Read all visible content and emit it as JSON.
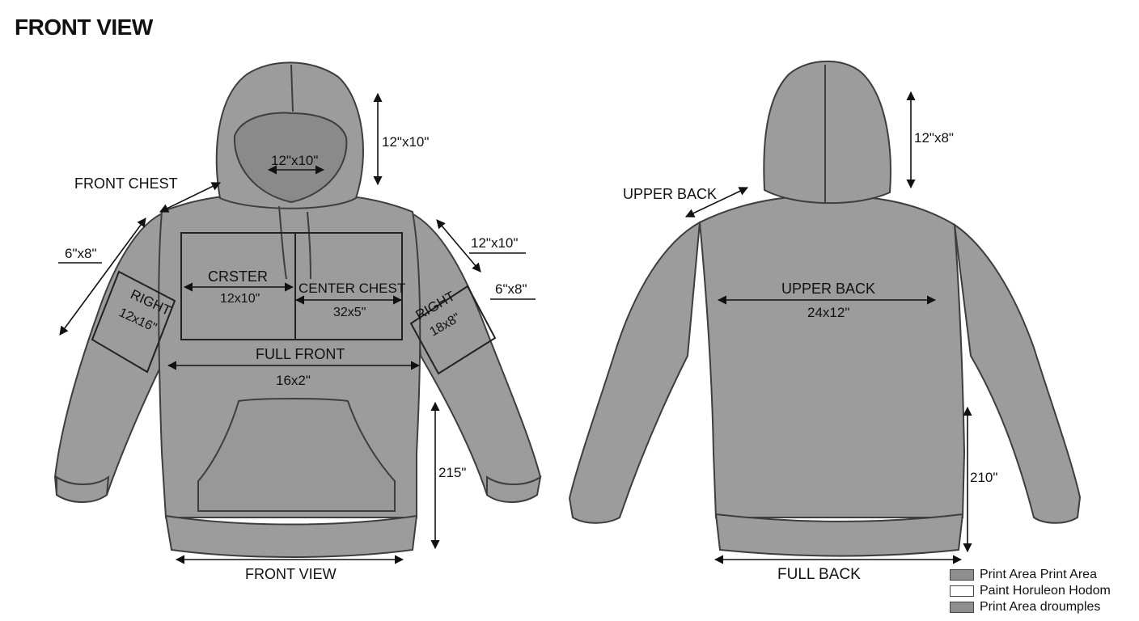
{
  "page_title": "FRONT VIEW",
  "colors": {
    "garment": "#9c9c9c",
    "garment_dark": "#8a8a8a",
    "seam": "#3e3e3e",
    "legend_fill": "#8f8f8f"
  },
  "front": {
    "hood_dim": "12\"x10\"",
    "hood_inner": "12\"x10\"",
    "front_chest_label": "FRONT CHEST",
    "left_sleeve_dim": "6\"x8\"",
    "right_shoulder_dim": "12\"x10\"",
    "right_sleeve_dim": "6\"x8\"",
    "left_chest_title": "CRSTER",
    "left_chest_dim": "12x10\"",
    "center_chest_title": "CENTER CHEST",
    "center_chest_dim": "32x5\"",
    "right_sleeve_title_left": "RIGHT",
    "right_sleeve_size_left": "12x16\"",
    "right_sleeve_title_right": "RIGHT",
    "right_sleeve_size_right": "18x8\"",
    "full_front_title": "FULL FRONT",
    "full_front_dim": "16x2\"",
    "length_dim": "215\"",
    "bottom_label": "FRONT VIEW"
  },
  "back": {
    "hood_dim": "12\"x8\"",
    "upper_back_arrow_label": "UPPER BACK",
    "upper_back_title": "UPPER BACK",
    "upper_back_dim": "24x12\"",
    "length_dim": "210\"",
    "bottom_label": "FULL BACK"
  },
  "legend": [
    {
      "label": "Print Area Print Area",
      "swatch": "filled"
    },
    {
      "label": "Paint Horuleon Hodom",
      "swatch": "empty"
    },
    {
      "label": "Print Area droumples",
      "swatch": "filled"
    }
  ]
}
